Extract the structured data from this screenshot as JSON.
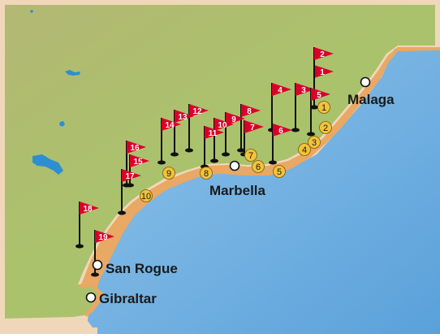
{
  "cities": [
    {
      "id": "malaga",
      "name": "Malaga"
    },
    {
      "id": "marbella",
      "name": "Marbella"
    },
    {
      "id": "san-rogue",
      "name": "San Rogue"
    },
    {
      "id": "gibraltar",
      "name": "Gibraltar"
    }
  ],
  "red_flags": [
    "1",
    "2",
    "3",
    "4",
    "5",
    "6",
    "7",
    "8",
    "9",
    "10",
    "11",
    "12",
    "13",
    "14",
    "15",
    "16",
    "17",
    "18",
    "19"
  ],
  "yellow_markers": [
    "1",
    "2",
    "3",
    "4",
    "5",
    "6",
    "7",
    "8",
    "9",
    "10"
  ],
  "colors": {
    "land": "#a9c06a",
    "land_inland": "#b5b573",
    "sea": "#6faee0",
    "beach": "#e8a866",
    "flag": "#d8002a",
    "marker": "#f2c23a",
    "lake": "#2d8fd1"
  }
}
